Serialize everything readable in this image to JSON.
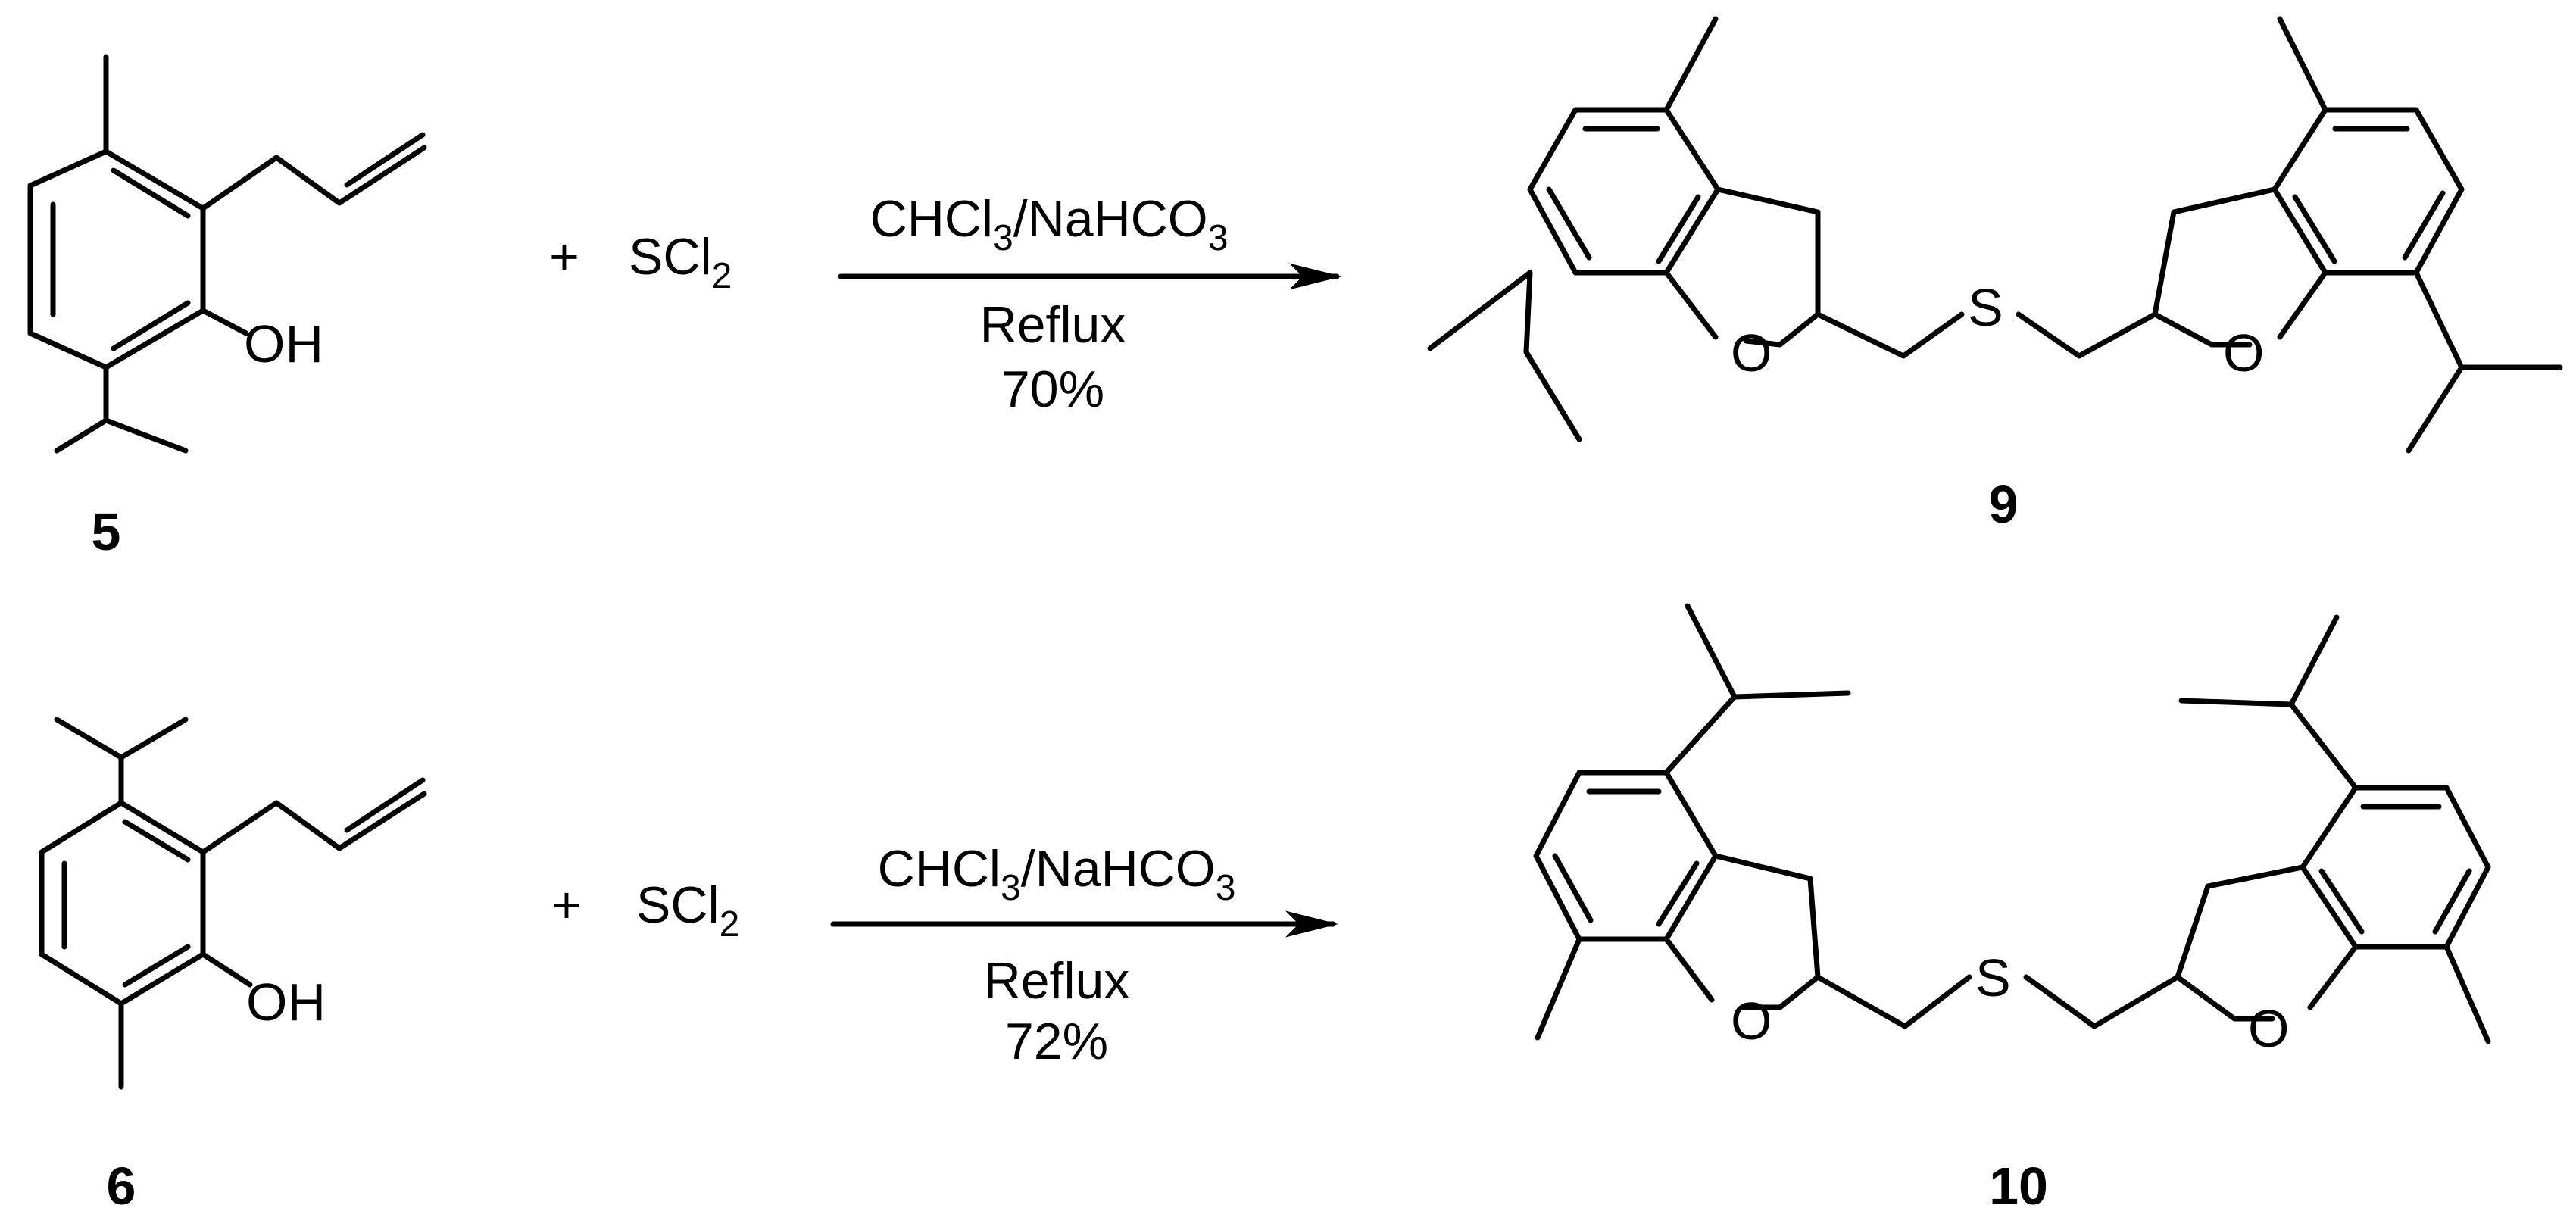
{
  "reactions": [
    {
      "reactant_label": "5",
      "reagent": {
        "main": "SCl",
        "sub": "2"
      },
      "plus": "+",
      "conditions": {
        "solvent": [
          {
            "text": "CHCl",
            "sub": false
          },
          {
            "text": "3",
            "sub": true
          },
          {
            "text": "/NaHCO",
            "sub": false
          },
          {
            "text": "3",
            "sub": true
          }
        ],
        "line2": "Reflux",
        "yield": "70%"
      },
      "product_label": "9",
      "atoms": {
        "oh": "OH",
        "o": "O",
        "s": "S"
      }
    },
    {
      "reactant_label": "6",
      "reagent": {
        "main": "SCl",
        "sub": "2"
      },
      "plus": "+",
      "conditions": {
        "solvent": [
          {
            "text": "CHCl",
            "sub": false
          },
          {
            "text": "3",
            "sub": true
          },
          {
            "text": "/NaHCO",
            "sub": false
          },
          {
            "text": "3",
            "sub": true
          }
        ],
        "line2": "Reflux",
        "yield": "72%"
      },
      "product_label": "10",
      "atoms": {
        "oh": "OH",
        "o": "O",
        "s": "S"
      }
    }
  ]
}
